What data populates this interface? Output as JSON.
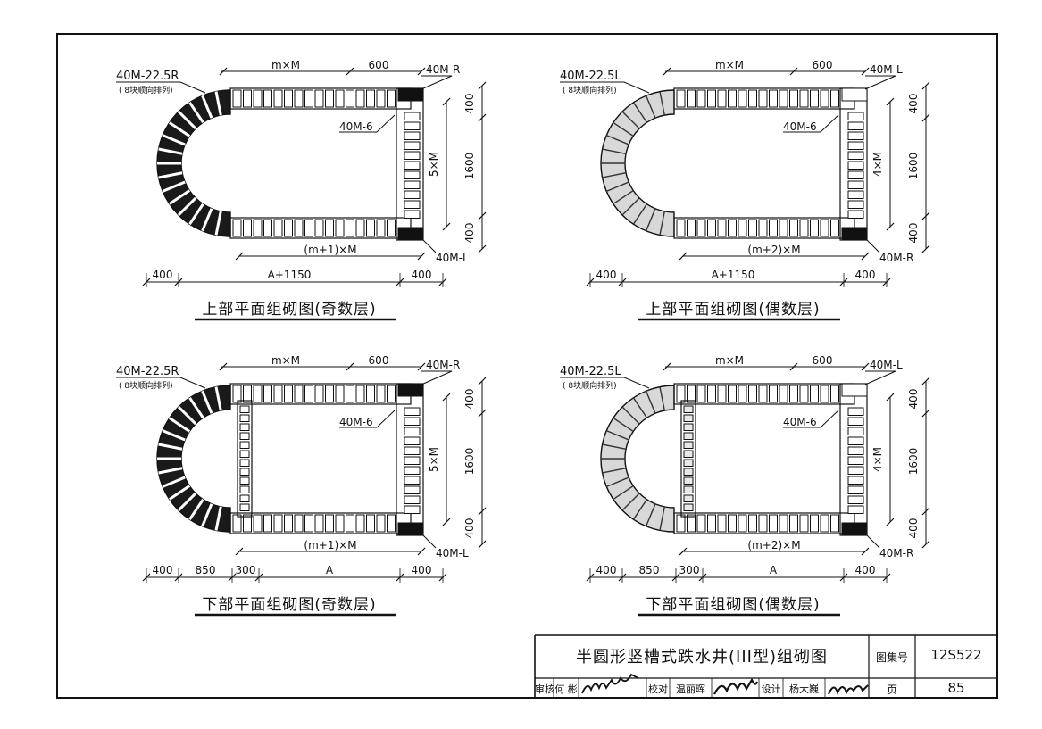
{
  "drawings": [
    {
      "caption": "上部平面组砌图(奇数层)",
      "shading": "dark",
      "has_cross_wall": false,
      "labels": {
        "arch_block": "40M-22.5R",
        "arch_note": "( 8块顺向排列)",
        "corner_top": "40M-R",
        "corner_bottom": "40M-L",
        "inner": "40M-6",
        "top_dim": "m×M",
        "top_right_dim": "600",
        "bottom_dim": "(m+1)×M",
        "side_dim": "5×M",
        "right_top": "400",
        "right_mid": "1600",
        "right_bottom": "400"
      },
      "base_dims": [
        "400",
        "A+1150",
        "400"
      ]
    },
    {
      "caption": "上部平面组砌图(偶数层)",
      "shading": "light",
      "has_cross_wall": false,
      "labels": {
        "arch_block": "40M-22.5L",
        "arch_note": "( 8块顺向排列)",
        "corner_top": "40M-L",
        "corner_bottom": "40M-R",
        "inner": "40M-6",
        "top_dim": "m×M",
        "top_right_dim": "600",
        "bottom_dim": "(m+2)×M",
        "side_dim": "4×M",
        "right_top": "400",
        "right_mid": "1600",
        "right_bottom": "400"
      },
      "base_dims": [
        "400",
        "A+1150",
        "400"
      ]
    },
    {
      "caption": "下部平面组砌图(奇数层)",
      "shading": "dark",
      "has_cross_wall": true,
      "labels": {
        "arch_block": "40M-22.5R",
        "arch_note": "( 8块顺向排列)",
        "corner_top": "40M-R",
        "corner_bottom": "40M-L",
        "inner": "40M-6",
        "top_dim": "m×M",
        "top_right_dim": "600",
        "bottom_dim": "(m+1)×M",
        "side_dim": "5×M",
        "right_top": "400",
        "right_mid": "1600",
        "right_bottom": "400"
      },
      "base_dims": [
        "400",
        "850",
        "300",
        "A",
        "400"
      ]
    },
    {
      "caption": "下部平面组砌图(偶数层)",
      "shading": "light",
      "has_cross_wall": true,
      "labels": {
        "arch_block": "40M-22.5L",
        "arch_note": "( 8块顺向排列)",
        "corner_top": "40M-L",
        "corner_bottom": "40M-R",
        "inner": "40M-6",
        "top_dim": "m×M",
        "top_right_dim": "600",
        "bottom_dim": "(m+2)×M",
        "side_dim": "4×M",
        "right_top": "400",
        "right_mid": "1600",
        "right_bottom": "400"
      },
      "base_dims": [
        "400",
        "850",
        "300",
        "A",
        "400"
      ]
    }
  ],
  "title_block": {
    "title": "半圆形竖槽式跌水井(III型)组砌图",
    "atlas_label": "图集号",
    "atlas_value": "12S522",
    "page_label": "页",
    "page_value": "85",
    "review_label": "审核",
    "reviewer": "何  彬",
    "check_label": "校对",
    "checker": "温丽晖",
    "design_label": "设计",
    "designer": "杨大巍"
  }
}
